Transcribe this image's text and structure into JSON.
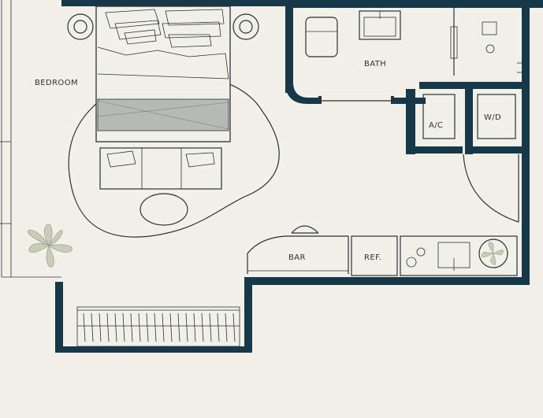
{
  "rooms": {
    "bedroom": "BEDROOM",
    "bath": "BATH",
    "ac": "A/C",
    "wd": "W/D",
    "bar": "BAR",
    "ref": "REF."
  },
  "colors": {
    "wall": "#173848",
    "line": "#2b3138",
    "floor": "#f1f1ea",
    "plant": "#c9cdb8"
  },
  "icons": [
    "bed-icon",
    "lamp-icon",
    "sofa-icon",
    "rug-icon",
    "ottoman-icon",
    "plant-icon",
    "toilet-icon",
    "sink-icon",
    "shower-icon",
    "stool-icon",
    "cooktop-icon",
    "fan-icon"
  ]
}
